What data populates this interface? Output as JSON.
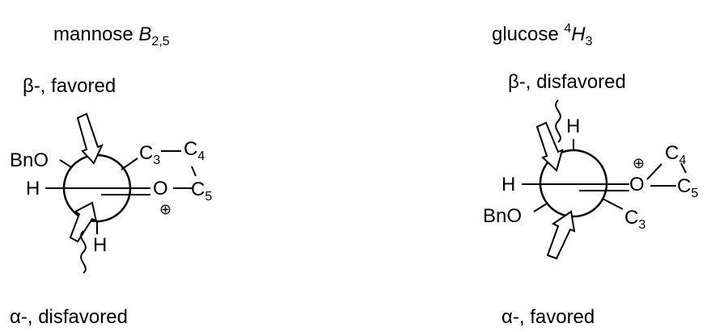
{
  "left": {
    "sugar": "mannose ",
    "conformation": "B",
    "conformation_sub": "2,5",
    "top_attack": "β-, favored",
    "bottom_attack": "α-, disfavored",
    "atoms": {
      "bno": "BnO",
      "h_left": "H",
      "h_bottom": "H",
      "o": "O",
      "c3": "C",
      "c3_sub": "3",
      "c4": "C",
      "c4_sub": "4",
      "c5": "C",
      "c5_sub": "5",
      "charge": "⊕"
    }
  },
  "right": {
    "sugar": "glucose ",
    "conformation_sup": "4",
    "conformation": "H",
    "conformation_sub": "3",
    "top_attack": "β-, disfavored",
    "bottom_attack": "α-, favored",
    "atoms": {
      "h_top": "H",
      "h_left": "H",
      "bno": "BnO",
      "o": "O",
      "c3": "C",
      "c3_sub": "3",
      "c4": "C",
      "c4_sub": "4",
      "c5": "C",
      "c5_sub": "5",
      "charge": "⊕"
    }
  }
}
